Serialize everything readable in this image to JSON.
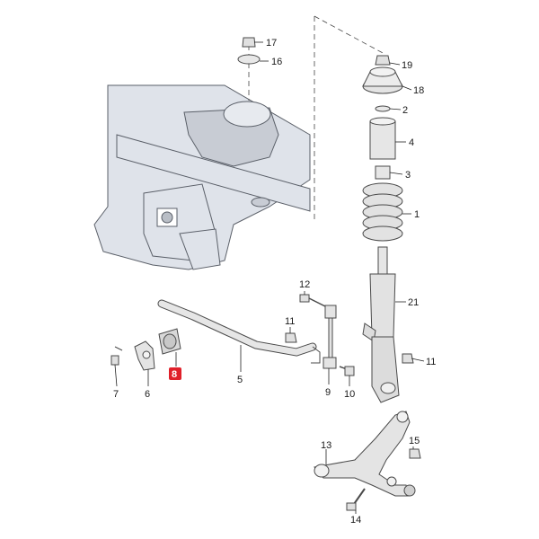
{
  "parts": {
    "p1": "1",
    "p2": "2",
    "p4": "4",
    "p5": "5",
    "p6": "6",
    "p7": "7",
    "p8": "8",
    "p9": "9",
    "p10": "10",
    "p11a": "11",
    "p11b": "11",
    "p12": "12",
    "p13": "13",
    "p14": "14",
    "p15": "15",
    "p16": "16",
    "p17": "17",
    "p18": "18",
    "p19": "19",
    "p21": "21",
    "p3": "3"
  },
  "colors": {
    "highlight": "#e0202a",
    "part_fill": "#e8e8e8",
    "frame_fill": "#dfe3ea"
  }
}
